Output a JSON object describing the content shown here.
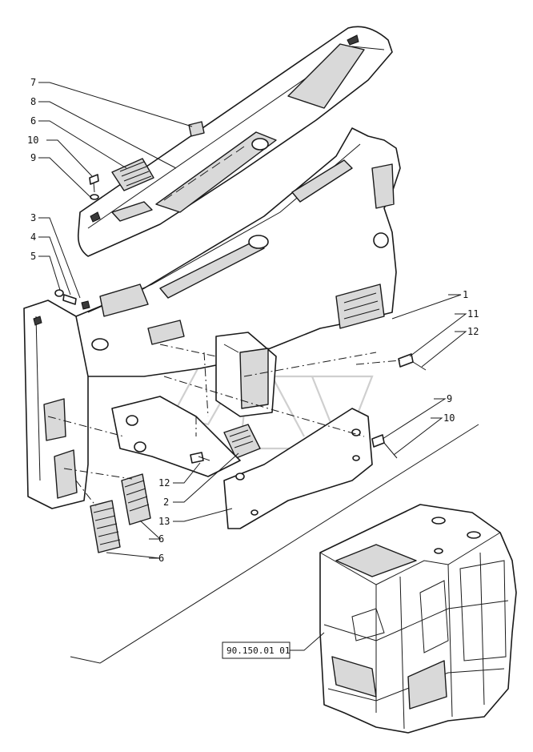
{
  "callouts": [
    {
      "id": "c7",
      "label": "7"
    },
    {
      "id": "c8",
      "label": "8"
    },
    {
      "id": "c6a",
      "label": "6"
    },
    {
      "id": "c10a",
      "label": "10"
    },
    {
      "id": "c9a",
      "label": "9"
    },
    {
      "id": "c3",
      "label": "3"
    },
    {
      "id": "c4",
      "label": "4"
    },
    {
      "id": "c5",
      "label": "5"
    },
    {
      "id": "c1",
      "label": "1"
    },
    {
      "id": "c11",
      "label": "11"
    },
    {
      "id": "c12a",
      "label": "12"
    },
    {
      "id": "c9b",
      "label": "9"
    },
    {
      "id": "c10b",
      "label": "10"
    },
    {
      "id": "c12b",
      "label": "12"
    },
    {
      "id": "c2",
      "label": "2"
    },
    {
      "id": "c13",
      "label": "13"
    },
    {
      "id": "c6b",
      "label": "6"
    },
    {
      "id": "c6c",
      "label": "6"
    }
  ],
  "reference": {
    "label": "90.150.01 01"
  }
}
